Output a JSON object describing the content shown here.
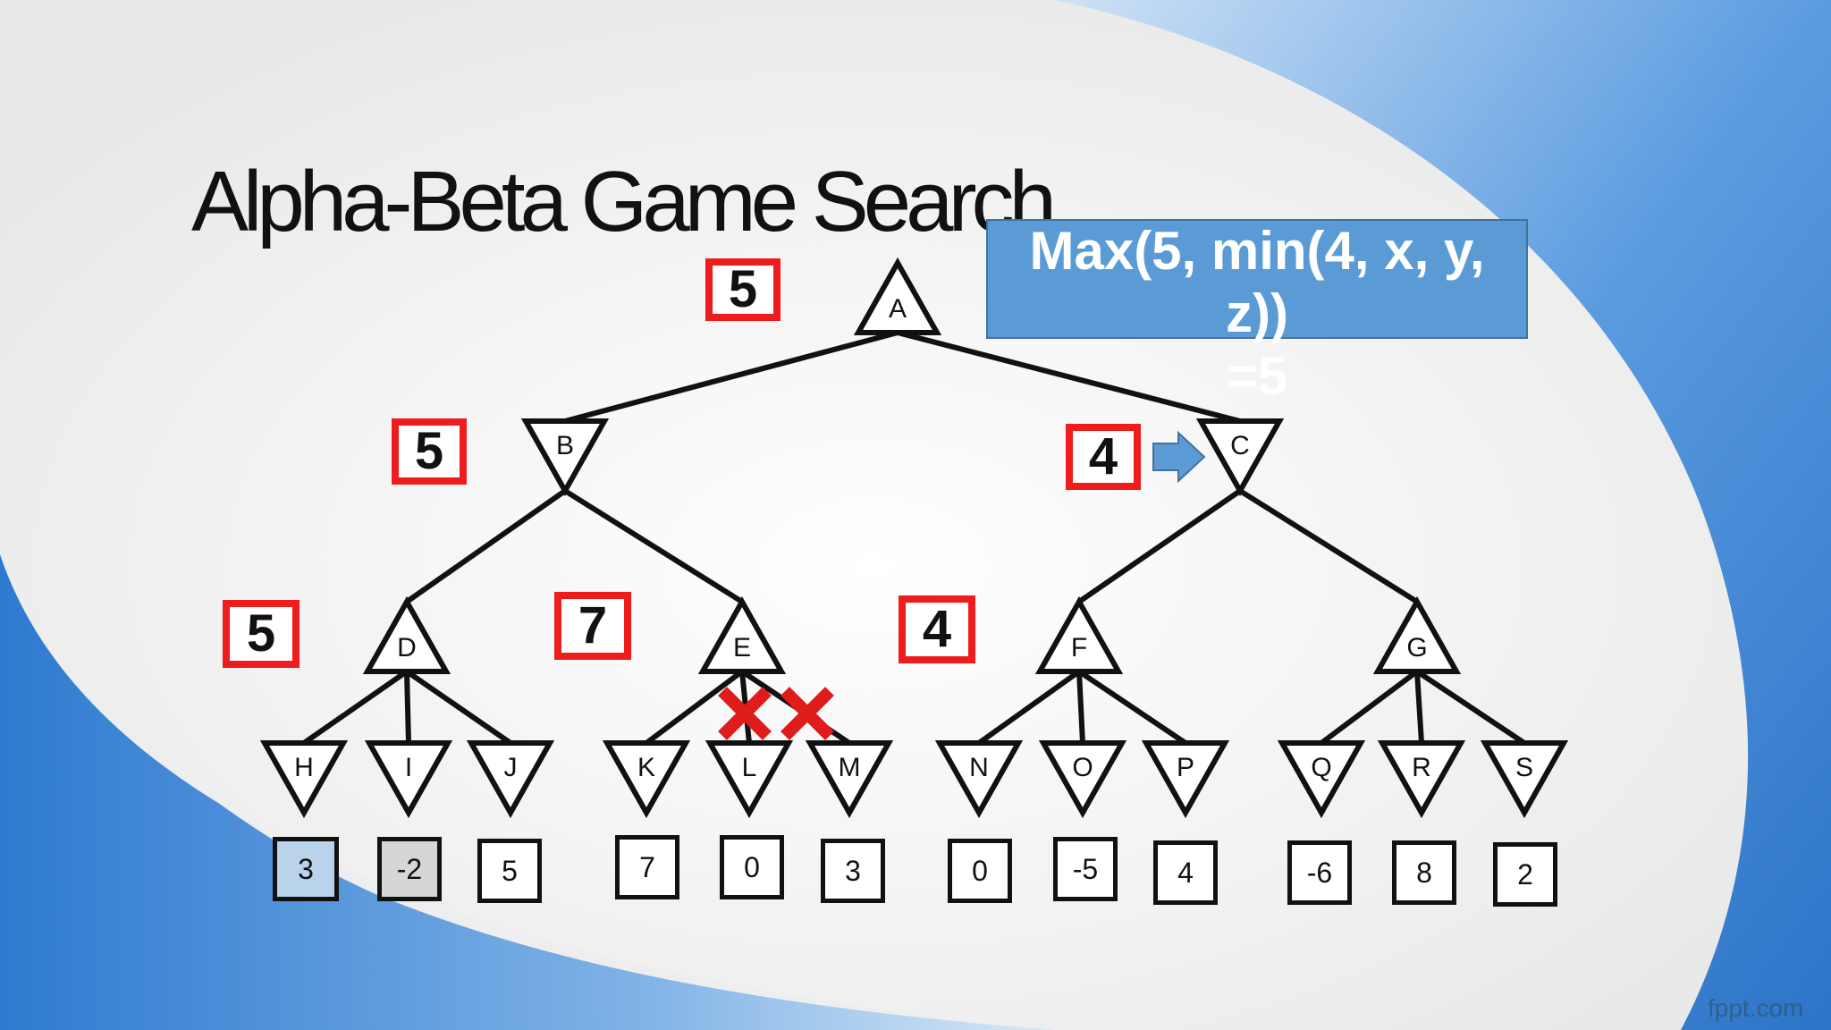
{
  "slide": {
    "title": "Alpha-Beta Game Search",
    "watermark": "fppt.com"
  },
  "callout": {
    "line1": "Max(5, min(4, x, y,",
    "line2": "z))",
    "line3": "=5"
  },
  "node_values": {
    "A": "5",
    "B": "5",
    "C": "4",
    "D": "5",
    "E": "7",
    "F": "4"
  },
  "tree": {
    "nodes": [
      {
        "id": "A",
        "label": "A",
        "type": "max",
        "level": 0
      },
      {
        "id": "B",
        "label": "B",
        "type": "min",
        "level": 1,
        "parent": "A"
      },
      {
        "id": "C",
        "label": "C",
        "type": "min",
        "level": 1,
        "parent": "A"
      },
      {
        "id": "D",
        "label": "D",
        "type": "max",
        "level": 2,
        "parent": "B"
      },
      {
        "id": "E",
        "label": "E",
        "type": "max",
        "level": 2,
        "parent": "B"
      },
      {
        "id": "F",
        "label": "F",
        "type": "max",
        "level": 2,
        "parent": "C"
      },
      {
        "id": "G",
        "label": "G",
        "type": "max",
        "level": 2,
        "parent": "C"
      },
      {
        "id": "H",
        "label": "H",
        "type": "min",
        "level": 3,
        "parent": "D",
        "value": "3"
      },
      {
        "id": "I",
        "label": "I",
        "type": "min",
        "level": 3,
        "parent": "D",
        "value": "-2"
      },
      {
        "id": "J",
        "label": "J",
        "type": "min",
        "level": 3,
        "parent": "D",
        "value": "5"
      },
      {
        "id": "K",
        "label": "K",
        "type": "min",
        "level": 3,
        "parent": "E",
        "value": "7"
      },
      {
        "id": "L",
        "label": "L",
        "type": "min",
        "level": 3,
        "parent": "E",
        "value": "0",
        "pruned": true
      },
      {
        "id": "M",
        "label": "M",
        "type": "min",
        "level": 3,
        "parent": "E",
        "value": "3",
        "pruned": true
      },
      {
        "id": "N",
        "label": "N",
        "type": "min",
        "level": 3,
        "parent": "F",
        "value": "0"
      },
      {
        "id": "O",
        "label": "O",
        "type": "min",
        "level": 3,
        "parent": "F",
        "value": "-5"
      },
      {
        "id": "P",
        "label": "P",
        "type": "min",
        "level": 3,
        "parent": "F",
        "value": "4"
      },
      {
        "id": "Q",
        "label": "Q",
        "type": "min",
        "level": 3,
        "parent": "G",
        "value": "-6"
      },
      {
        "id": "R",
        "label": "R",
        "type": "min",
        "level": 3,
        "parent": "G",
        "value": "8"
      },
      {
        "id": "S",
        "label": "S",
        "type": "min",
        "level": 3,
        "parent": "G",
        "value": "2"
      }
    ]
  },
  "colors": {
    "highlight_border": "#ee1c1c",
    "prune_mark": "#e01b1b",
    "callout_fill": "#5b9bd5",
    "arrow_fill": "#5b9bd5",
    "background_accent": "#3f86d6"
  },
  "icons": {
    "prune_mark": "x-mark-icon",
    "pointer": "right-arrow-icon"
  }
}
